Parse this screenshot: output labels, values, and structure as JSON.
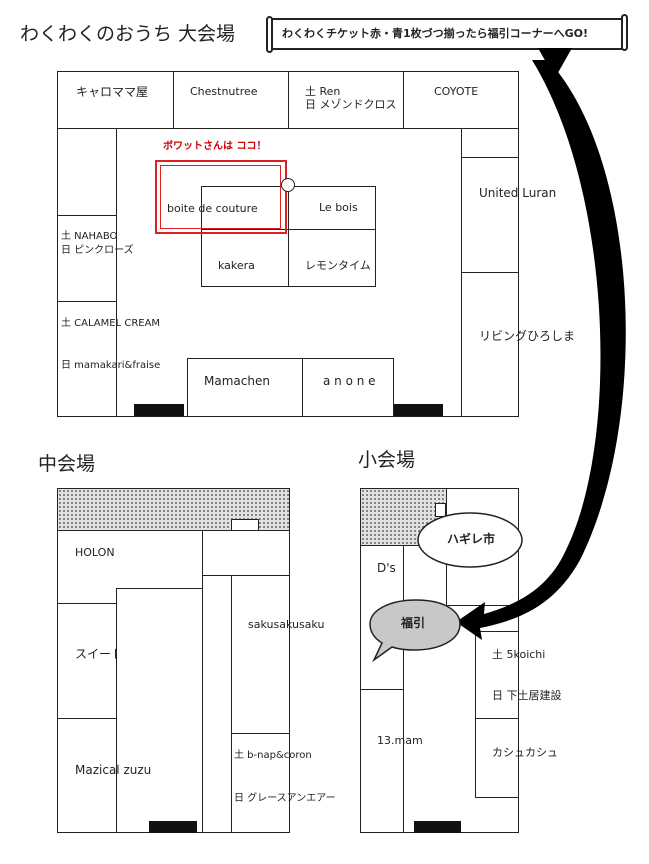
{
  "titles": {
    "main": "わくわくのおうち 大会場",
    "middle": "中会場",
    "small": "小会場"
  },
  "banner": "わくわくチケット赤・青1枚づつ揃ったら福引コーナーへGO!",
  "highlight_note": "ボワットさんは ココ！",
  "main_hall": {
    "top_row": [
      "キャロママ屋",
      "Chestnutree",
      "土 Ren",
      "日 メゾンドクロス",
      "COYOTE"
    ],
    "left": [
      "土 NAHABO",
      "日 ピンクローズ",
      "土 CALAMEL CREAM",
      "日 mamakari&fraise"
    ],
    "right": [
      "United Luran",
      "リビングひろしま"
    ],
    "center": [
      "boite de couture",
      "Le bois",
      "kakera",
      "レモンタイム"
    ],
    "bottom": [
      "Mamachen",
      "a n o n e"
    ]
  },
  "middle_hall": [
    "HOLON",
    "スイートハウス",
    "Mazical zuzu",
    "sakusakusaku",
    "土 b-nap&coron",
    "日 グレースアンエアー"
  ],
  "small_hall": {
    "booths": [
      "D's",
      "13.mam",
      "土 5koichi",
      "日 下土居建設",
      "カシュカシュ"
    ],
    "bubble_hagire": "ハギレ市",
    "bubble_fukubiki": "福引"
  },
  "colors": {
    "highlight": "#e02020",
    "stipple": "#e2e2e2",
    "bubble_gray": "#c8c8c8"
  }
}
